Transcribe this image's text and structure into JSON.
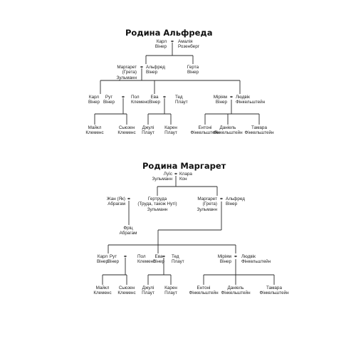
{
  "tree1": {
    "title": "Родина Альфреда",
    "people": {
      "karl_gp": [
        "Карл",
        "Вінер"
      ],
      "amalia": [
        "Амалія",
        "Розенберг"
      ],
      "margaret": [
        "Маргарет",
        "(Грета)",
        "Зульманн"
      ],
      "alfred": [
        "Альфред",
        "Вінер"
      ],
      "gerta": [
        "Герта",
        "Вінер"
      ],
      "karl": [
        "Карл",
        "Вінер"
      ],
      "rut": [
        "Рут",
        "Вінер"
      ],
      "pol": [
        "Пол",
        "Клеменс"
      ],
      "eva": [
        "Ева",
        "Вінер"
      ],
      "ted": [
        "Тед",
        "Плаут"
      ],
      "miriam": [
        "Міріям",
        "Вінер"
      ],
      "ludwig": [
        "Людвік",
        "Фінкельштейн"
      ],
      "michael": [
        "Майкл",
        "Клеменс"
      ],
      "susan": [
        "Сьюзен",
        "Клеменс"
      ],
      "julie": [
        "Джулі",
        "Плаут"
      ],
      "karen": [
        "Карен",
        "Плаут"
      ],
      "anthony": [
        "Ентоні",
        "Фінкельштейн"
      ],
      "daniel": [
        "Даніель",
        "Фінкельштейн"
      ],
      "tamara": [
        "Тамара",
        "Фінкельштейн"
      ]
    },
    "marriage_symbol": "⚭"
  },
  "tree2": {
    "title": "Родина Маргарет",
    "people": {
      "louis": [
        "Луїс",
        "Зульманн"
      ],
      "klara": [
        "Клара",
        "Кон"
      ],
      "jean": [
        "Жан (Як)",
        "Абрагам"
      ],
      "gertruda": [
        "Гертруда",
        "(Труда, також Нуті)",
        "Зульманн"
      ],
      "margaret": [
        "Маргарет",
        "(Грета)",
        "Зульманн"
      ],
      "alfred": [
        "Альфред",
        "Вінер"
      ],
      "fritz": [
        "Фріц",
        "Абрагам"
      ],
      "karl": [
        "Карл",
        "Вінер"
      ],
      "rut": [
        "Рут",
        "Вінер"
      ],
      "pol": [
        "Пол",
        "Клеменс"
      ],
      "eva": [
        "Ева",
        "Вінер"
      ],
      "ted": [
        "Тед",
        "Плаут"
      ],
      "miriam": [
        "Міріям",
        "Вінер"
      ],
      "ludwig": [
        "Людвік",
        "Фінкельштейн"
      ],
      "michael": [
        "Майкл",
        "Клеменс"
      ],
      "susan": [
        "Сьюзен",
        "Клеменс"
      ],
      "julie": [
        "Джулі",
        "Плаут"
      ],
      "karen": [
        "Карен",
        "Плаут"
      ],
      "anthony": [
        "Ентоні",
        "Фінкельштейн"
      ],
      "daniel": [
        "Даніель",
        "Фінкельштейн"
      ],
      "tamara": [
        "Тамара",
        "Фінкельштейн"
      ]
    },
    "marriage_symbol": "⚭"
  }
}
